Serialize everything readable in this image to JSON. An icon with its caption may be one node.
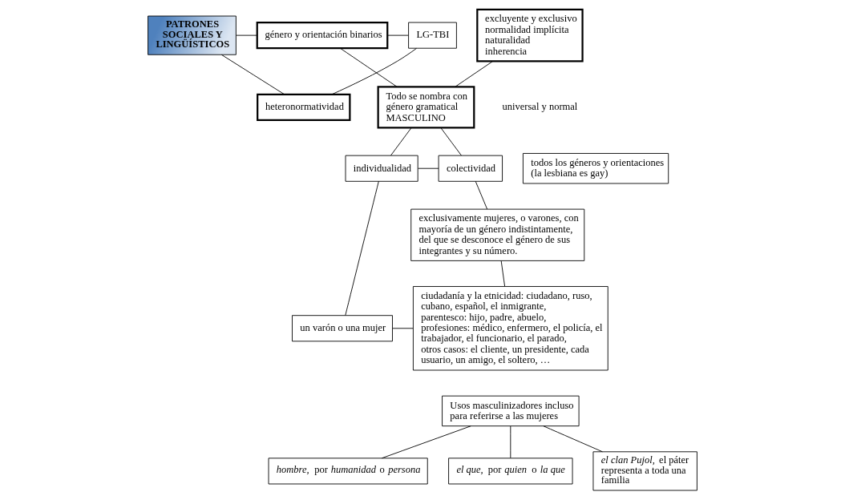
{
  "diagram": {
    "nodes": [
      {
        "text": [
          "PATRONES SOCIALES Y LINGÜÍSTICOS"
        ]
      },
      {
        "text": [
          "género y orientación binarios"
        ]
      },
      {
        "text": [
          "heteronormatividad"
        ]
      },
      {
        "text": [
          "excluyente y exclusivo",
          "normalidad implícita",
          "naturalidad",
          "inherencia"
        ]
      },
      {
        "text": [
          "LG-TBI"
        ]
      },
      {
        "text": [
          "Todo se nombra con género gramatical MASCULINO"
        ]
      },
      {
        "text": [
          "individualidad"
        ]
      },
      {
        "text": [
          "colectividad"
        ]
      },
      {
        "text": [
          "todos los géneros y orientaciones (la lesbiana es gay)"
        ]
      },
      {
        "text": [
          "un varón o una mujer"
        ]
      },
      {
        "text": [
          "exclusivamente mujeres, o varones, con mayoría de un género indistintamente, del que se desconoce el género de sus integrantes y su número."
        ]
      },
      {
        "text": [
          "ciudadanía y la etnicidad: ciudadano, ruso, cubano, español, el inmigrante,",
          "parentesco: hijo, padre, abuelo,",
          "profesiones: médico, enfermero, el policía, el trabajador, el funcionario, el parado,",
          "otros casos: el cliente, un presidente, cada usuario, un amigo, el soltero, …"
        ]
      },
      {
        "text": [
          "Usos masculinizadores incluso para referirse a las mujeres"
        ]
      },
      {
        "text": [
          "*hombre,* por *humanidad* o *persona*"
        ]
      },
      {
        "text": [
          "*el que,* por *quien* o *la que*"
        ]
      },
      {
        "text": [
          "*el clan Pujol,* el páter representa a toda una familia"
        ]
      }
    ],
    "edges": [
      {
        "from": 0,
        "to": 1,
        "arrow": "none"
      },
      {
        "from": 0,
        "to": 2,
        "arrow": "none"
      },
      {
        "from": 1,
        "to": 4,
        "arrow": "none"
      },
      {
        "from": 2,
        "to": 4,
        "arrow": "none"
      },
      {
        "from": 1,
        "to": 5,
        "arrow": "none"
      },
      {
        "from": 3,
        "to": 5,
        "arrow": "none"
      },
      {
        "from": 5,
        "to": 6,
        "arrow": "none"
      },
      {
        "from": 5,
        "to": 7,
        "arrow": "none"
      },
      {
        "from": 6,
        "to": 7,
        "arrow": "none"
      },
      {
        "from": 6,
        "to": 9,
        "arrow": "none"
      },
      {
        "from": 7,
        "to": 10,
        "arrow": "none"
      },
      {
        "from": 9,
        "to": 11,
        "arrow": "none"
      },
      {
        "from": 10,
        "to": 11,
        "arrow": "none"
      },
      {
        "from": 12,
        "to": 13,
        "arrow": "none"
      },
      {
        "from": 12,
        "to": 14,
        "arrow": "none"
      },
      {
        "from": 12,
        "to": 15,
        "arrow": "none"
      }
    ],
    "labels": [
      "universal y normal"
    ]
  }
}
